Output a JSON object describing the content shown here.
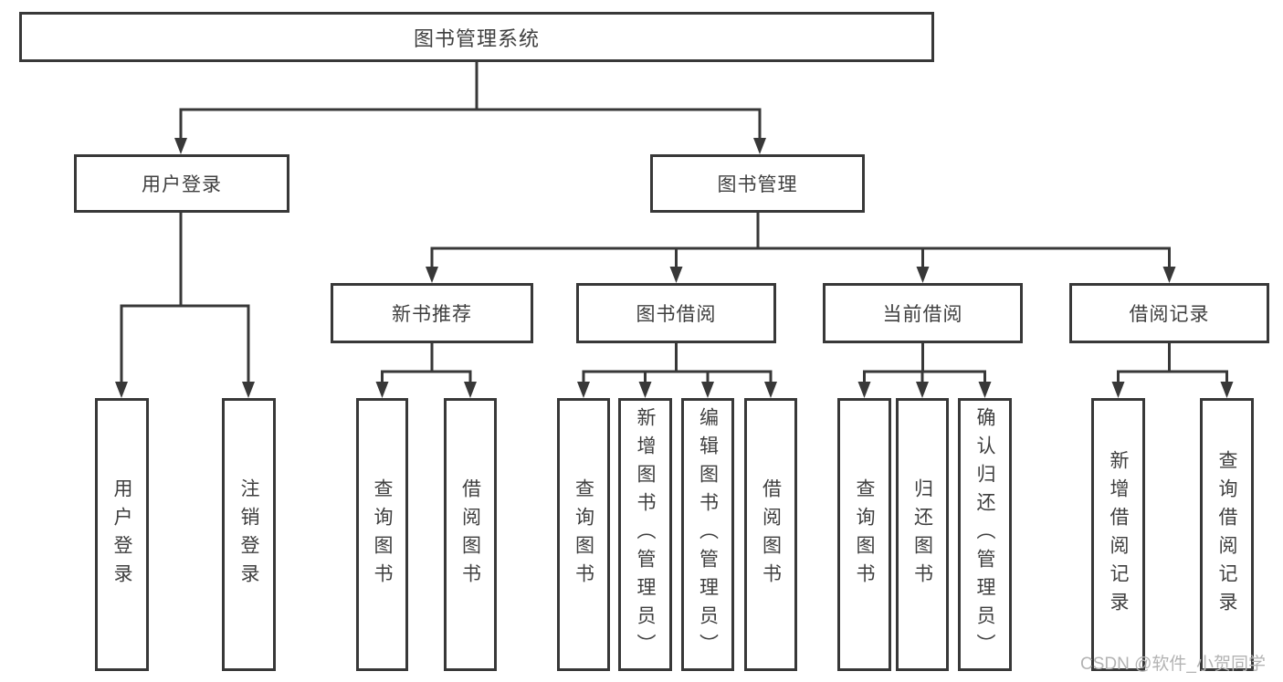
{
  "diagram": {
    "root": {
      "label": "图书管理系统"
    },
    "level2": [
      {
        "label": "用户登录"
      },
      {
        "label": "图书管理"
      }
    ],
    "level3": [
      {
        "label": "新书推荐"
      },
      {
        "label": "图书借阅"
      },
      {
        "label": "当前借阅"
      },
      {
        "label": "借阅记录"
      }
    ],
    "leaves": [
      {
        "label": "用户登录",
        "parent": "用户登录"
      },
      {
        "label": "注销登录",
        "parent": "用户登录"
      },
      {
        "label": "查询图书",
        "parent": "新书推荐"
      },
      {
        "label": "借阅图书",
        "parent": "新书推荐"
      },
      {
        "label": "查询图书",
        "parent": "图书借阅"
      },
      {
        "label": "新增图书（管理员）",
        "parent": "图书借阅"
      },
      {
        "label": "编辑图书（管理员）",
        "parent": "图书借阅"
      },
      {
        "label": "借阅图书",
        "parent": "图书借阅"
      },
      {
        "label": "查询图书",
        "parent": "当前借阅"
      },
      {
        "label": "归还图书",
        "parent": "当前借阅"
      },
      {
        "label": "确认归还（管理员）",
        "parent": "当前借阅"
      },
      {
        "label": "新增借阅记录",
        "parent": "借阅记录"
      },
      {
        "label": "查询借阅记录",
        "parent": "借阅记录"
      }
    ]
  },
  "watermark": {
    "text": "CSDN @软件_小贺同学"
  },
  "colors": {
    "line": "#383838",
    "text": "#3f3f3f",
    "watermark": "#b3b3b3",
    "background": "#ffffff"
  }
}
